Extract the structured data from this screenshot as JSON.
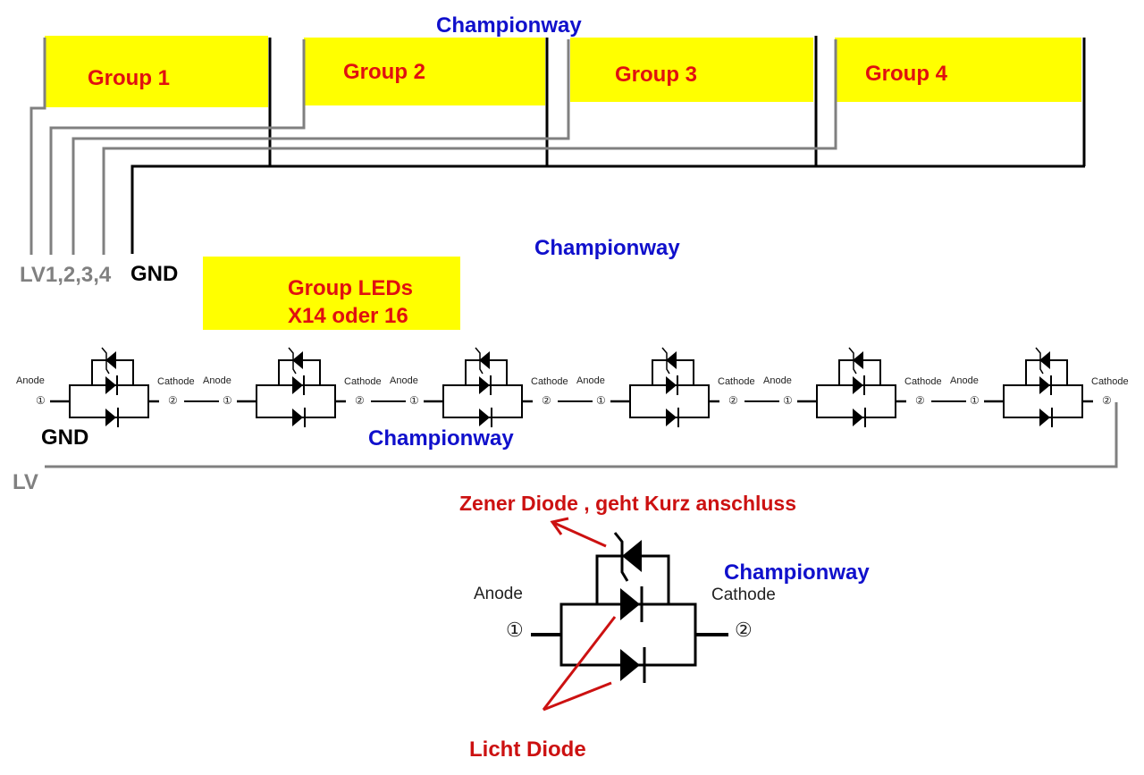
{
  "colors": {
    "highlight": "#ffff00",
    "group_text": "#e01010",
    "brand_text": "#1010cc",
    "wire_gray": "#808080",
    "wire_black": "#000000",
    "annotation_red": "#cc1111",
    "lv_label": "#808080"
  },
  "watermarks": [
    "Championway",
    "Championway",
    "Championway",
    "Championway"
  ],
  "groups": [
    {
      "label": "Group 1"
    },
    {
      "label": "Group 2"
    },
    {
      "label": "Group 3"
    },
    {
      "label": "Group 4"
    }
  ],
  "bus_labels": {
    "lv_group": "LV1,2,3,4",
    "gnd": "GND"
  },
  "group_leds": {
    "line1": "Group LEDs",
    "line2": "X14  oder 16"
  },
  "led_chain": {
    "count": 6,
    "anode_label": "Anode",
    "cathode_label": "Cathode",
    "pin1": "①",
    "pin2": "②",
    "gnd_label": "GND",
    "lv_label": "LV"
  },
  "detail": {
    "anode_label": "Anode",
    "cathode_label": "Cathode",
    "pin1": "①",
    "pin2": "②",
    "zener_annotation": "Zener Diode , geht Kurz anschluss",
    "led_annotation": "Licht Diode"
  }
}
